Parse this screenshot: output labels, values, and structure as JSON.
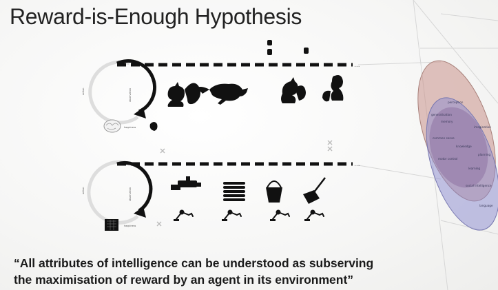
{
  "title": "Reward-is-Enough Hypothesis",
  "quote": {
    "line1": "“All attributes of intelligence can be understood as subserving",
    "line2": "the maximisation of reward by an agent in its environment”"
  },
  "diagram_labels": {
    "action": "action",
    "observation": "observation",
    "happiness": "happiness",
    "ellipsis": "..."
  },
  "ability_labels": [
    "perception",
    "memory",
    "imagination",
    "social intelligence",
    "knowledge",
    "common sense",
    "planning",
    "motor control",
    "learning",
    "generalisation",
    "language"
  ],
  "colors": {
    "background": "#f4f4f3",
    "text": "#1a1a1a",
    "ellipse_outer": "#c9928a",
    "ellipse_inner": "#8a8ad0"
  }
}
